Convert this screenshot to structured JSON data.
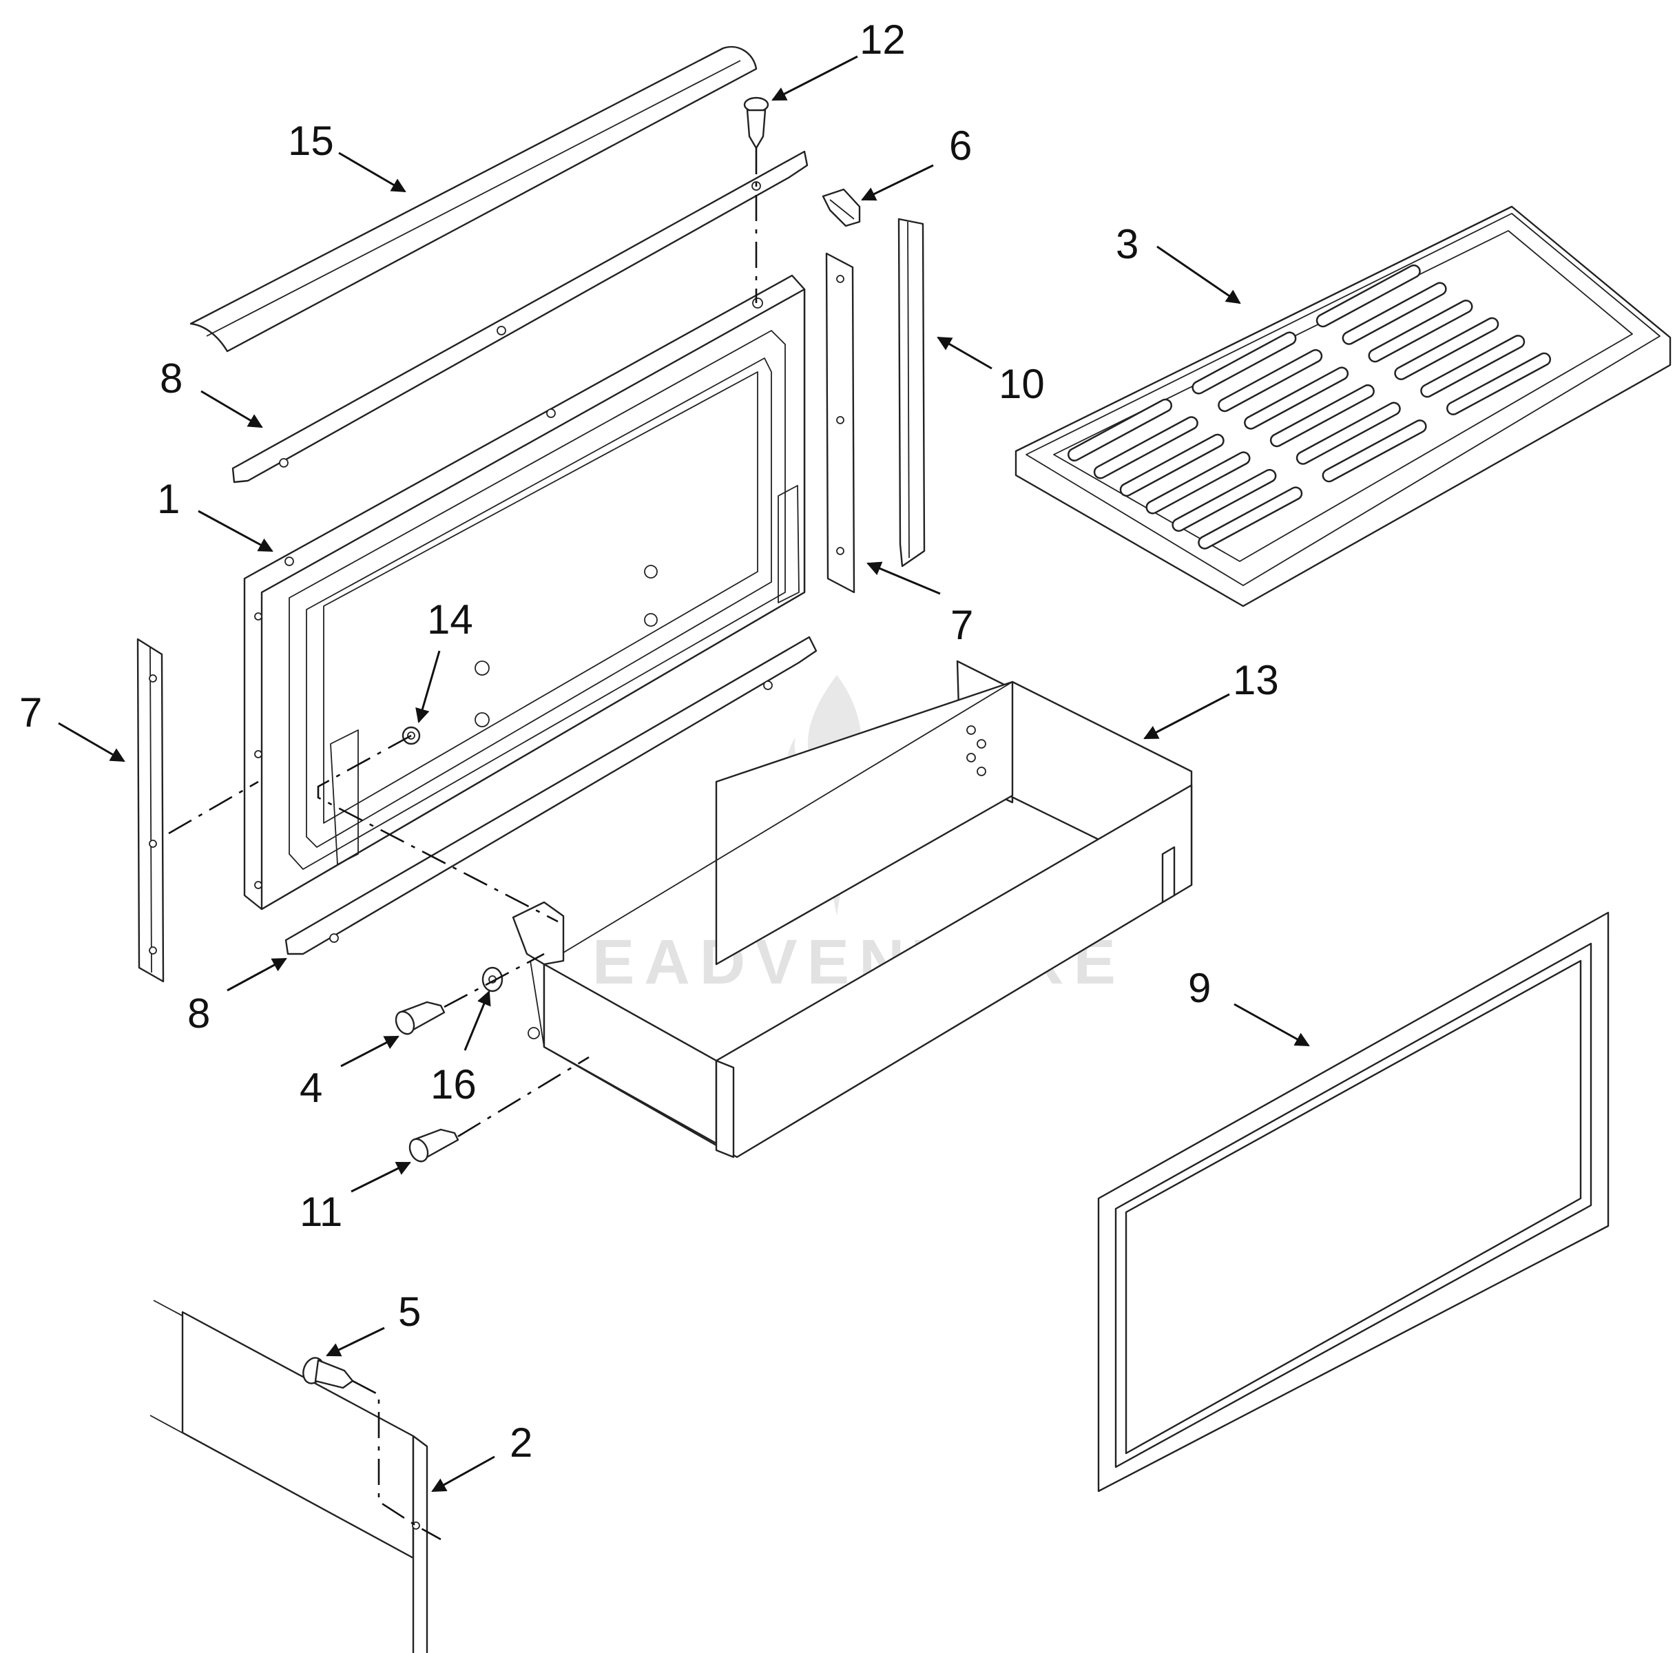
{
  "watermark": {
    "text": "EADVENTURE"
  },
  "callouts": {
    "c1": "1",
    "c2": "2",
    "c3": "3",
    "c4": "4",
    "c5": "5",
    "c6": "6",
    "c7_left": "7",
    "c7_right": "7",
    "c8_top": "8",
    "c8_bottom": "8",
    "c9": "9",
    "c10": "10",
    "c11": "11",
    "c12": "12",
    "c13": "13",
    "c14": "14",
    "c15": "15",
    "c16": "16"
  }
}
